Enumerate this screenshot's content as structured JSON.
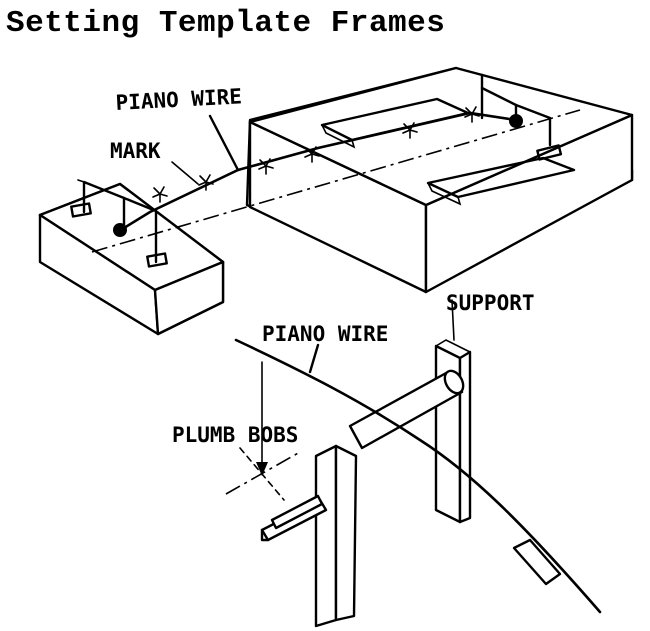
{
  "title": "Setting Template Frames",
  "labels": {
    "piano_wire_top": "PIANO WIRE",
    "mark": "MARK",
    "support": "SUPPORT",
    "piano_wire_bottom": "PIANO WIRE",
    "plumb_bobs": "PLUMB BOBS"
  }
}
